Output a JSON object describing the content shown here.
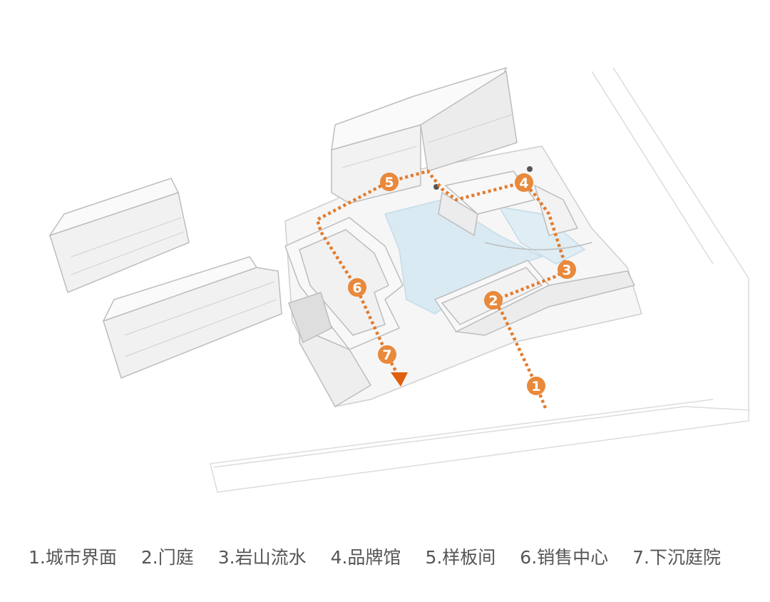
{
  "colors": {
    "route": "#E47B2C",
    "marker": "#E8893B",
    "water": "#D6E9F3",
    "building": "#F4F4F4",
    "line": "#C8C8C8"
  },
  "markers": [
    {
      "num": "1",
      "label": "1.城市界面"
    },
    {
      "num": "2",
      "label": "2.门庭"
    },
    {
      "num": "3",
      "label": "3.岩山流水"
    },
    {
      "num": "4",
      "label": "4.品牌馆"
    },
    {
      "num": "5",
      "label": "5.样板间"
    },
    {
      "num": "6",
      "label": "6.销售中心"
    },
    {
      "num": "7",
      "label": "7.下沉庭院"
    }
  ]
}
